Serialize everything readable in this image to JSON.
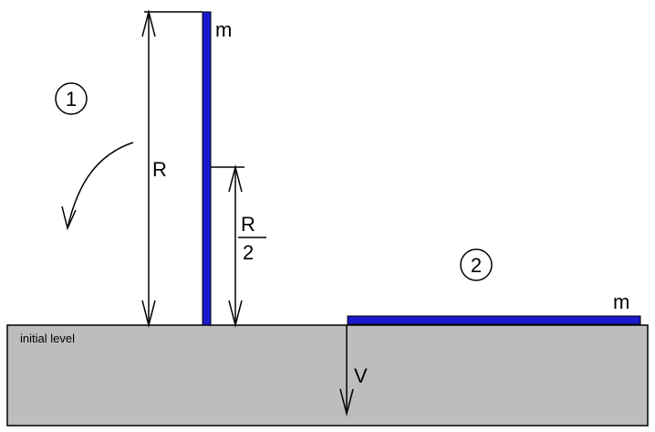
{
  "labels": {
    "mass_top": "m",
    "mass_right": "m",
    "state_one": "1",
    "state_two": "2",
    "length_full": "R",
    "half_numerator": "R",
    "half_denominator": "2",
    "ground_label": "initial level",
    "velocity": "V"
  },
  "colors": {
    "rod": "#1a1acc",
    "ground_fill": "#bdbdbd",
    "stroke": "#000000"
  }
}
